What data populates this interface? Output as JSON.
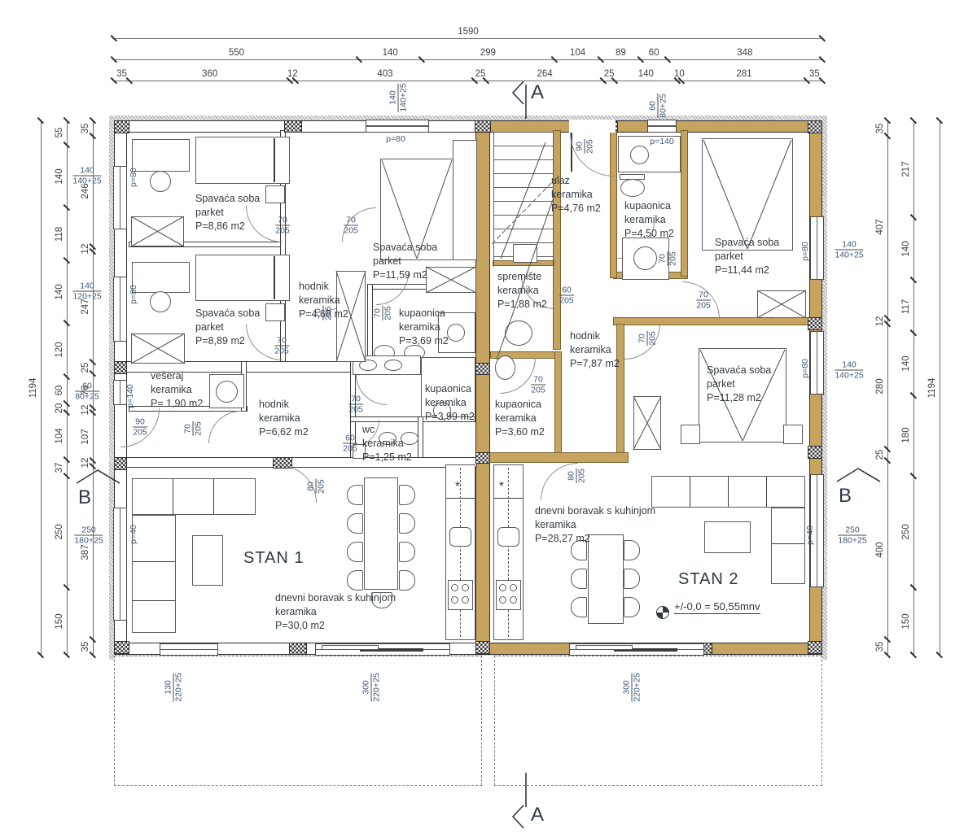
{
  "colors": {
    "wall_fill": "#c6a45f",
    "line": "#3a3a3a",
    "text": "#39424c",
    "label_blue": "#3d5878"
  },
  "dims": {
    "top": {
      "row1": [
        "1590"
      ],
      "row2": [
        "550",
        "140",
        "299",
        "104",
        "89",
        "60",
        "348"
      ],
      "row3": [
        "35",
        "360",
        "12",
        "403",
        "25",
        "264",
        "25",
        "140",
        "10",
        "281",
        "35"
      ]
    },
    "left": {
      "outer": [
        "1194"
      ],
      "mid": [
        "55",
        "140",
        "118",
        "140",
        "120",
        "60",
        "20",
        "104",
        "37",
        "250",
        "150"
      ],
      "inner": [
        "35",
        "246",
        "12",
        "247",
        "25",
        "76",
        "12",
        "107",
        "12",
        "387",
        "35"
      ]
    },
    "right": {
      "inner": [
        "35",
        "407",
        "12",
        "280",
        "25",
        "400",
        "35"
      ],
      "mid": [
        "217",
        "140",
        "117",
        "140",
        "180",
        "250",
        "150"
      ],
      "outer": [
        "1194"
      ]
    }
  },
  "window_labels": [
    {
      "a": "140",
      "b": "140+25"
    },
    {
      "a": "140",
      "b": "120+25"
    },
    {
      "a": "60",
      "b": "80+25"
    },
    {
      "a": "250",
      "b": "180+25"
    },
    {
      "a": "140",
      "b": "140+25"
    },
    {
      "a": "140",
      "b": "140+25"
    },
    {
      "a": "250",
      "b": "180+25"
    },
    {
      "a": "140",
      "b": "140+25"
    },
    {
      "a": "60",
      "b": "80+25"
    },
    {
      "a": "130",
      "b": "220+25"
    },
    {
      "a": "300",
      "b": "220+25"
    },
    {
      "a": "300",
      "b": "220+25"
    }
  ],
  "door_labels": [
    {
      "a": "70",
      "b": "205"
    },
    {
      "a": "70",
      "b": "205"
    },
    {
      "a": "70",
      "b": "205"
    },
    {
      "a": "70",
      "b": "205"
    },
    {
      "a": "70",
      "b": "205"
    },
    {
      "a": "90",
      "b": "205"
    },
    {
      "a": "70",
      "b": "205"
    },
    {
      "a": "70",
      "b": "205"
    },
    {
      "a": "60",
      "b": "205"
    },
    {
      "a": "80",
      "b": "205"
    },
    {
      "a": "90",
      "b": "205"
    },
    {
      "a": "60",
      "b": "205"
    },
    {
      "a": "70",
      "b": "205"
    },
    {
      "a": "70",
      "b": "205"
    },
    {
      "a": "70",
      "b": "205"
    },
    {
      "a": "70",
      "b": "205"
    },
    {
      "a": "80",
      "b": "205"
    }
  ],
  "parapets": [
    "p=80",
    "p=80",
    "p=140",
    "p=40",
    "p=80",
    "p=140",
    "p=80",
    "p=80",
    "p=40"
  ],
  "rooms": [
    [
      "Spavaća soba",
      "parket",
      "P=8,86 m2"
    ],
    [
      "Spavaća soba",
      "parket",
      "P=8,89 m2"
    ],
    [
      "hodnik",
      "keramika",
      "P=4,68 m2"
    ],
    [
      "Spavaća soba",
      "parket",
      "P=11,59 m2"
    ],
    [
      "kupaonica",
      "keramika",
      "P=3,69 m2"
    ],
    [
      "ulaz",
      "keramika",
      "P=4,76 m2"
    ],
    [
      "spremište",
      "keramika",
      "P=1,88 m2"
    ],
    [
      "kupaonica",
      "keramika",
      "P=4,50 m2"
    ],
    [
      "Spavaća soba",
      "parket",
      "P=11,44 m2"
    ],
    [
      "hodnik",
      "keramika",
      "P=7,87 m2"
    ],
    [
      "kupaonica",
      "keramika",
      "P=3,60 m2"
    ],
    [
      "Spavaća soba",
      "parket",
      "P=11,28 m2"
    ],
    [
      "vešeraj",
      "keramika",
      "P= 1,90 m2"
    ],
    [
      "hodnik",
      "keramika",
      "P=6,62 m2"
    ],
    [
      "wc",
      "keramika",
      "P=1,25 m2"
    ],
    [
      "kupaonica",
      "keramika",
      "P=3,99 m2"
    ],
    [
      "dnevni boravak s kuhinjom",
      "keramika",
      "P=30,0 m2"
    ],
    [
      "dnevni boravak s kuhinjom",
      "keramika",
      "P=28,27 m2"
    ]
  ],
  "texts": {
    "stan1": "STAN 1",
    "stan2": "STAN 2",
    "level": "+/-0,0 = 50,55mnv",
    "section_a": "A",
    "section_b": "B",
    "asterisk": "*"
  }
}
